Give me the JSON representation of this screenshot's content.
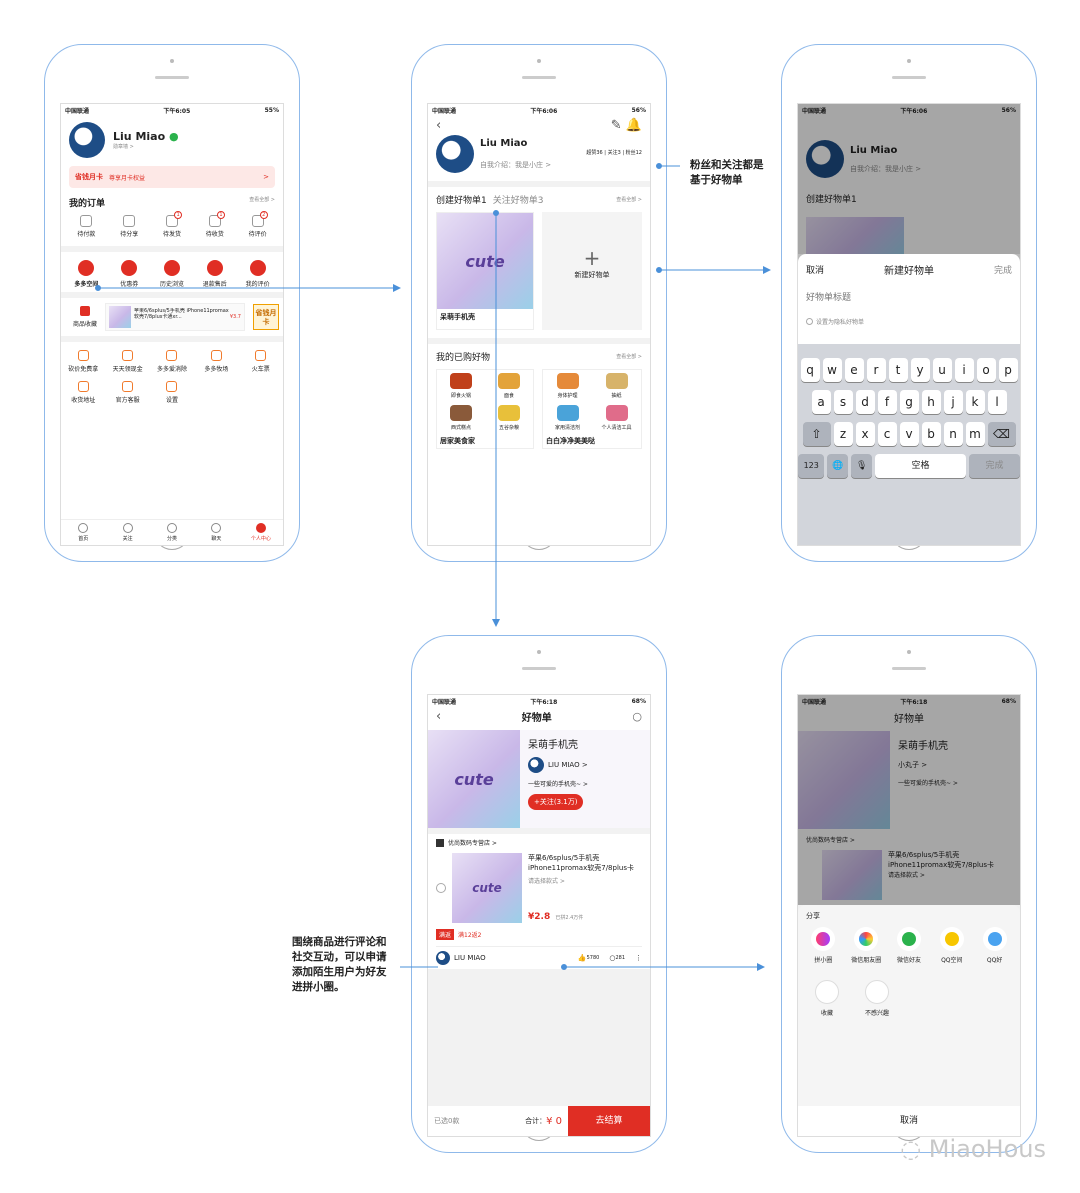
{
  "common": {
    "carrier": "中国联通",
    "user_name": "Liu Miao"
  },
  "screen1": {
    "time": "下午6:05",
    "battery": "55%",
    "medals": "勋章墙 >",
    "promo_title": "省钱月卡",
    "promo_sub": "尊享月卡权益",
    "promo_arrow": ">",
    "orders_title": "我的订单",
    "see_all": "查看全部 >",
    "order_items": [
      {
        "label": "待付款"
      },
      {
        "label": "待分享"
      },
      {
        "label": "待发货",
        "badge": "1"
      },
      {
        "label": "待收货",
        "badge": "1"
      },
      {
        "label": "待评价",
        "badge": "2"
      }
    ],
    "service_items": [
      "多多空间",
      "优惠券",
      "历史浏览",
      "退款售后",
      "我的评价"
    ],
    "fav_label": "商品收藏",
    "fav_desc": "苹果6/6splus/5手机壳 iPhone11promax软壳7/8plus卡通xr...",
    "fav_price": "¥3.7",
    "card_text": "省钱月卡",
    "tools_row1": [
      "砍价免费拿",
      "天天领现金",
      "多多爱消除",
      "多多牧场",
      "火车票"
    ],
    "tools_row2": [
      "收货地址",
      "官方客服",
      "设置"
    ],
    "tabs": [
      "首页",
      "关注",
      "分类",
      "聊天",
      "个人中心"
    ]
  },
  "screen2": {
    "time": "下午6:06",
    "battery": "56%",
    "stats": "超赞36 | 关注3 | 粉丝12",
    "intro": "自我介绍：我是小庄 >",
    "tab_created": "创建好物单1",
    "tab_followed": "关注好物单3",
    "see_all": "查看全部 >",
    "list1_name": "呆萌手机壳",
    "new_list": "新建好物单",
    "new_plus": "+",
    "bought_title": "我的已购好物",
    "cat1_items": [
      "即食火锅",
      "面食",
      "西式糕点",
      "五谷杂粮"
    ],
    "cat1_name": "居家美食家",
    "cat2_items": [
      "身体护理",
      "抽纸",
      "家用清洁剂",
      "个人清洁工具"
    ],
    "cat2_name": "白白净净美美哒"
  },
  "screen3": {
    "cancel": "取消",
    "title": "新建好物单",
    "done": "完成",
    "placeholder": "好物单标题",
    "private": "设置为隐私好物单",
    "row1": [
      "q",
      "w",
      "e",
      "r",
      "t",
      "y",
      "u",
      "i",
      "o",
      "p"
    ],
    "row2": [
      "a",
      "s",
      "d",
      "f",
      "g",
      "h",
      "j",
      "k",
      "l"
    ],
    "row3": [
      "z",
      "x",
      "c",
      "v",
      "b",
      "n",
      "m"
    ],
    "shift": "⇧",
    "backspace": "⌫",
    "num": "123",
    "globe": "🌐",
    "mic": "🎙",
    "space": "空格",
    "done_key": "完成"
  },
  "screen4": {
    "time": "下午6:18",
    "battery": "68%",
    "title": "好物单",
    "list_name": "呆萌手机壳",
    "author": "LIU MIAO >",
    "desc": "一些可爱的手机壳~ >",
    "follow": "+关注(3.1万)",
    "store": "优尚数码专营店 >",
    "product": "苹果6/6splus/5手机壳 iPhone11promax软壳7/8plus卡",
    "sku": "请选择款式 >",
    "price": "¥2.8",
    "sold": "已拼2.4万件",
    "promo_tag": "满返",
    "promo_text": "满12返2",
    "commenter": "LIU MIAO",
    "likes": "5780",
    "comments": "281",
    "selected": "已选0款",
    "total_label": "合计：",
    "total": "¥ 0",
    "checkout": "去结算"
  },
  "screen5": {
    "time": "下午6:18",
    "battery": "68%",
    "title": "好物单",
    "list_name": "呆萌手机壳",
    "author": "小丸子 >",
    "desc": "一些可爱的手机壳~ >",
    "store": "优尚数码专营店 >",
    "product": "苹果6/6splus/5手机壳 iPhone11promax软壳7/8plus卡",
    "sku": "请选择款式 >",
    "share_title": "分享",
    "share_items": [
      "拼小圈",
      "微信朋友圈",
      "微信好友",
      "QQ空间",
      "QQ好"
    ],
    "actions": [
      "收藏",
      "不感兴趣"
    ],
    "cancel": "取消"
  },
  "notes": {
    "fans": "粉丝和关注都是\n基于好物单",
    "social": "围绕商品进行评论和\n社交互动，可以申请\n添加陌生用户为好友\n进拼小圈。"
  },
  "watermark": "MiaoHous"
}
